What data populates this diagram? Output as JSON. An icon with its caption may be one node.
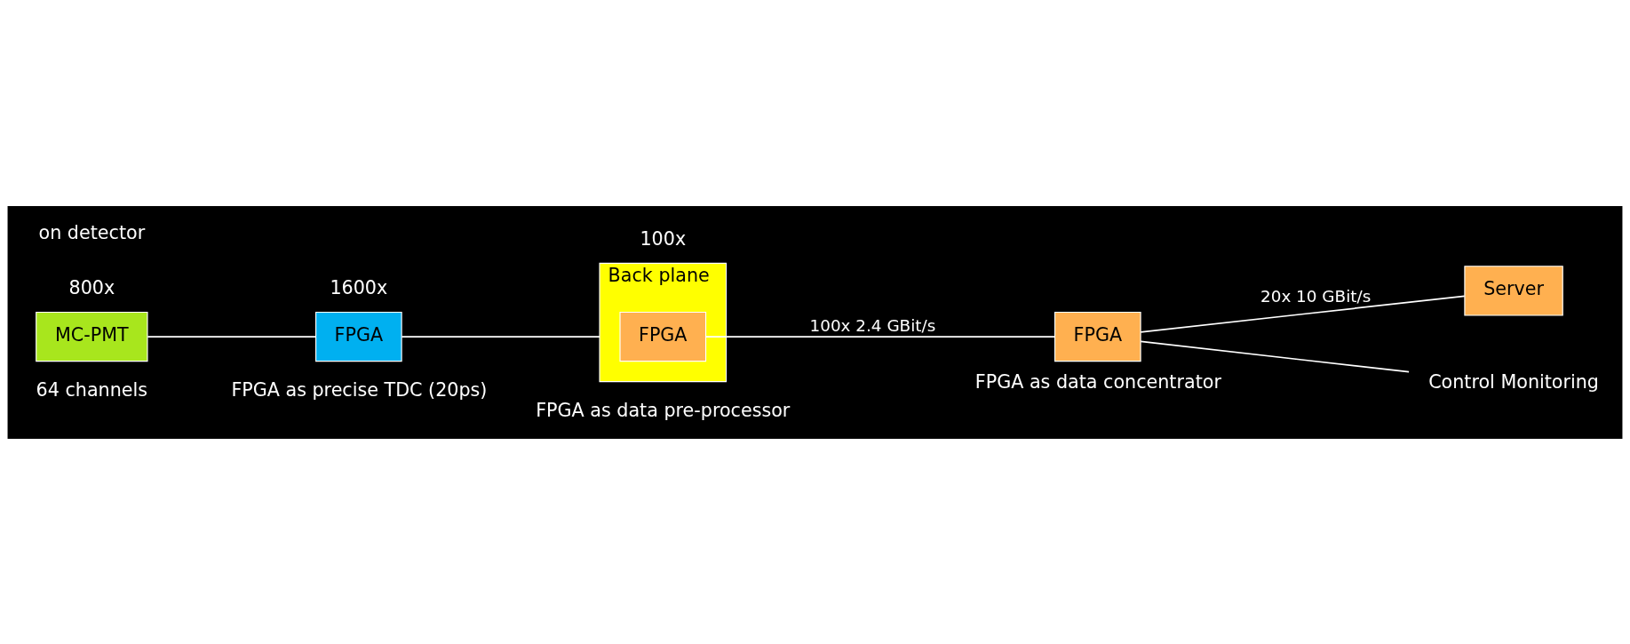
{
  "diagram": {
    "nodes": [
      {
        "text": [
          "MC-PMT"
        ],
        "beside": [
          "800x",
          "64 channels"
        ]
      },
      {
        "text": [
          "FPGA"
        ],
        "beside": [
          "1600x",
          "FPGA as precise TDC (20ps)"
        ]
      },
      {
        "text": [
          "Back plane"
        ],
        "beside": [
          "100x",
          "FPGA as data pre-processor"
        ]
      },
      {
        "text": [
          "FPGA"
        ],
        "in": 2
      },
      {
        "text": [
          "FPGA"
        ],
        "beside": [
          "FPGA as data concentrator"
        ]
      },
      {
        "text": [
          "Server"
        ]
      },
      {
        "text": [
          "Control Monitoring"
        ]
      }
    ],
    "edges": [
      {
        "from": 0,
        "to": 1,
        "arrow": "none"
      },
      {
        "from": 1,
        "to": 2,
        "arrow": "none"
      },
      {
        "from": 3,
        "to": 4,
        "arrow": "none",
        "label": "100x 2.4 GBit/s"
      },
      {
        "from": 4,
        "to": 5,
        "arrow": "none",
        "label": "20x 10 GBit/s"
      },
      {
        "from": 4,
        "to": 6,
        "arrow": "none"
      }
    ],
    "labels": [
      "on detector"
    ]
  }
}
